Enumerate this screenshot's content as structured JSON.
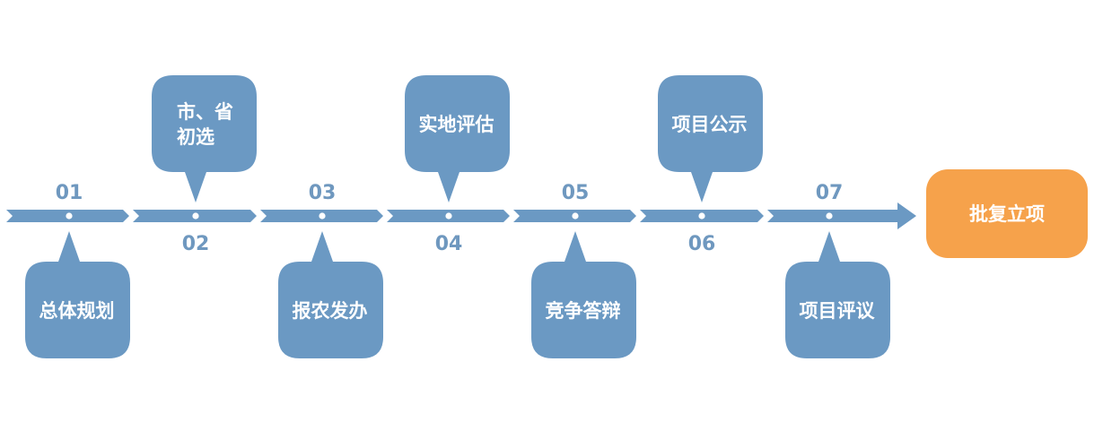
{
  "colors": {
    "timeline": "#6b99c3",
    "bubble": "#6b99c3",
    "final": "#f6a24b",
    "number": "#6f98bf"
  },
  "steps": [
    {
      "number": "01",
      "label_lines": [
        "总体规划"
      ],
      "position": "below"
    },
    {
      "number": "02",
      "label_lines": [
        "市、省",
        "初选"
      ],
      "position": "above"
    },
    {
      "number": "03",
      "label_lines": [
        "报农发办"
      ],
      "position": "below"
    },
    {
      "number": "04",
      "label_lines": [
        "实地评估"
      ],
      "position": "above"
    },
    {
      "number": "05",
      "label_lines": [
        "竞争答辩"
      ],
      "position": "below"
    },
    {
      "number": "06",
      "label_lines": [
        "项目公示"
      ],
      "position": "above"
    },
    {
      "number": "07",
      "label_lines": [
        "项目评议"
      ],
      "position": "below"
    }
  ],
  "final": {
    "label": "批复立项"
  }
}
